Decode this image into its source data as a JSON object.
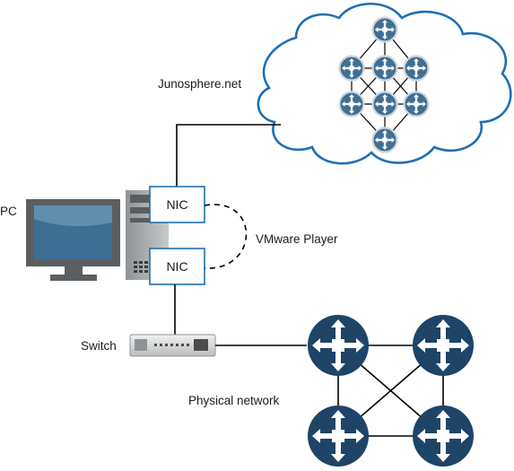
{
  "labels": {
    "junosphere": "Junosphere.net",
    "pc": "PC",
    "nic_top": "NIC",
    "nic_bottom": "NIC",
    "vmware": "VMware Player",
    "switch": "Switch",
    "physical": "Physical network"
  },
  "colors": {
    "cloud_stroke": "#1f6fb2",
    "router_large_fill": "#1e4468",
    "router_small_fill": "#3f6f94",
    "nic_stroke": "#1f6fb2",
    "line": "#000000",
    "monitor_frame": "#5c5f62",
    "monitor_screen": "#3c6f93"
  },
  "icons": {
    "router": "router-icon",
    "pc": "desktop-computer-icon",
    "switch": "network-switch-icon",
    "cloud": "cloud-icon"
  }
}
